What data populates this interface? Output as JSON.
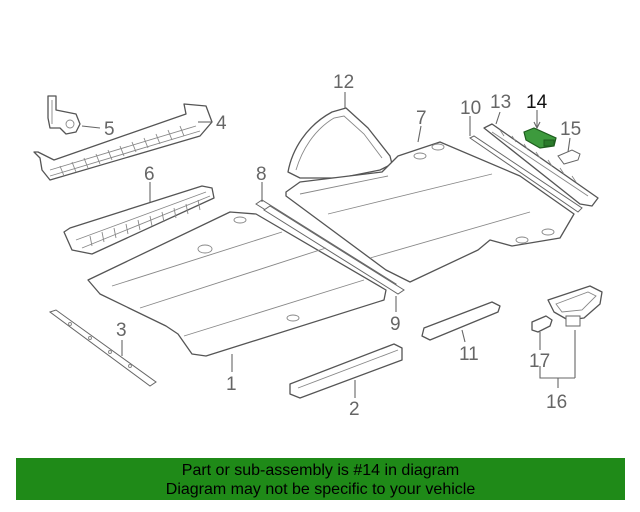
{
  "diagram": {
    "highlighted_part": "14",
    "labels": {
      "p1": "1",
      "p2": "2",
      "p3": "3",
      "p4": "4",
      "p5": "5",
      "p6": "6",
      "p7": "7",
      "p8": "8",
      "p9": "9",
      "p10": "10",
      "p11": "11",
      "p12": "12",
      "p13": "13",
      "p14": "14",
      "p15": "15",
      "p16": "16",
      "p17": "17"
    }
  },
  "banner": {
    "line1": "Part or sub-assembly is #14 in diagram",
    "line2": "Diagram may not be specific to your vehicle",
    "color": "#1f8a18"
  }
}
